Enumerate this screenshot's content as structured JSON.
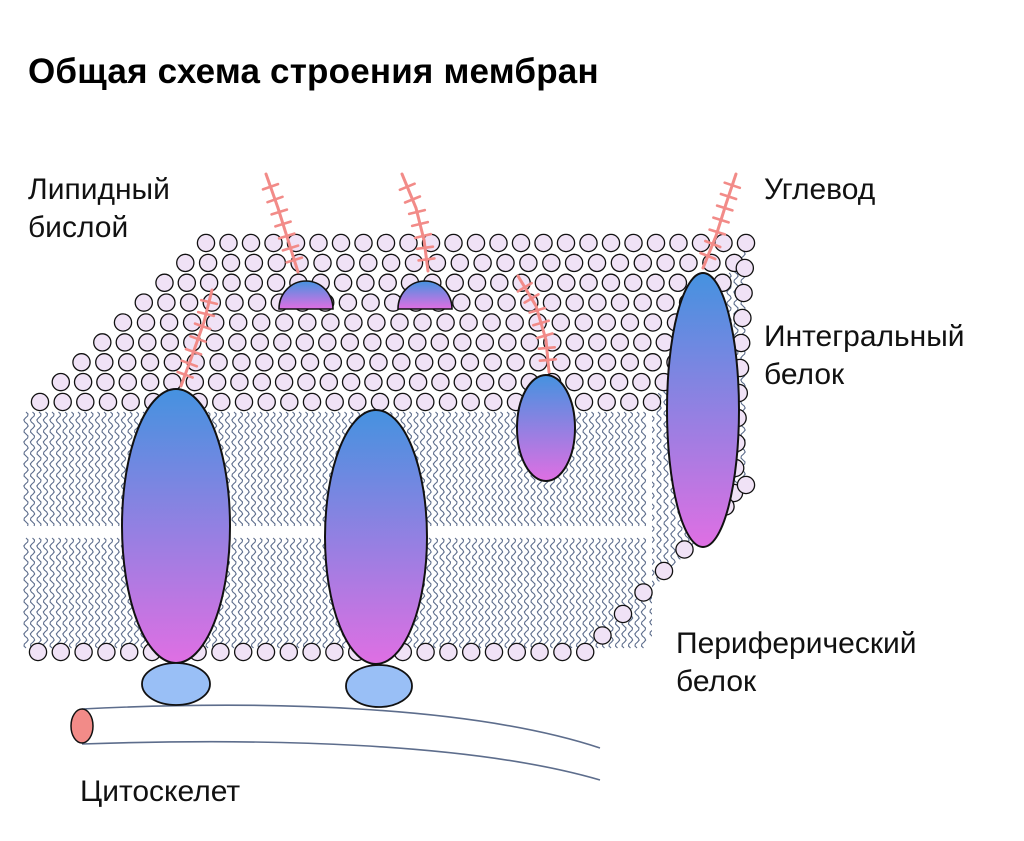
{
  "title": "Общая схема строения мембран",
  "labels": {
    "lipid_bilayer": [
      "Липидный",
      "бислой"
    ],
    "carbohydrate": [
      "Углевод"
    ],
    "integral_protein": [
      "Интегральный",
      "белок"
    ],
    "peripheral_protein": [
      "Периферический",
      "белок"
    ],
    "cytoskeleton": [
      "Цитоскелет"
    ]
  },
  "colors": {
    "lipid_head": "#f0e2f6",
    "lipid_tail": "#5d6d8c",
    "protein_top": "#4592e0",
    "protein_bottom": "#df6fe3",
    "peripheral_protein": "#99bff6",
    "carbohydrate": "#f28b88",
    "cytoskeleton_end": "#f28b88",
    "outline": "#111111"
  }
}
